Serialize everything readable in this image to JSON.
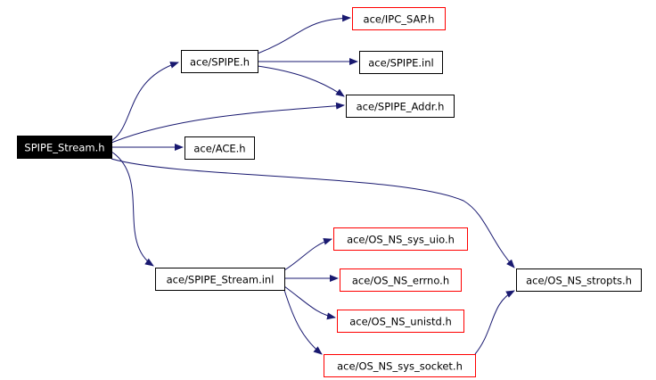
{
  "colors": {
    "edge": "#191970",
    "root_fill": "#000000",
    "root_text": "#ffffff",
    "local_border": "#000000",
    "external_border": "#ff0000",
    "node_fill": "#ffffff",
    "node_text": "#000000"
  },
  "nodes": [
    {
      "id": "spipe_stream_h",
      "label": "SPIPE_Stream.h",
      "kind": "root"
    },
    {
      "id": "spipe_h",
      "label": "ace/SPIPE.h",
      "kind": "local"
    },
    {
      "id": "ipc_sap_h",
      "label": "ace/IPC_SAP.h",
      "kind": "external"
    },
    {
      "id": "spipe_inl",
      "label": "ace/SPIPE.inl",
      "kind": "local"
    },
    {
      "id": "spipe_addr_h",
      "label": "ace/SPIPE_Addr.h",
      "kind": "local"
    },
    {
      "id": "ace_h",
      "label": "ace/ACE.h",
      "kind": "local"
    },
    {
      "id": "spipe_stream_inl",
      "label": "ace/SPIPE_Stream.inl",
      "kind": "local"
    },
    {
      "id": "os_ns_sys_uio_h",
      "label": "ace/OS_NS_sys_uio.h",
      "kind": "external"
    },
    {
      "id": "os_ns_errno_h",
      "label": "ace/OS_NS_errno.h",
      "kind": "external"
    },
    {
      "id": "os_ns_unistd_h",
      "label": "ace/OS_NS_unistd.h",
      "kind": "external"
    },
    {
      "id": "os_ns_sys_socket_h",
      "label": "ace/OS_NS_sys_socket.h",
      "kind": "external"
    },
    {
      "id": "os_ns_stropts_h",
      "label": "ace/OS_NS_stropts.h",
      "kind": "local"
    }
  ],
  "edges": [
    {
      "from": "spipe_stream_h",
      "to": "spipe_h"
    },
    {
      "from": "spipe_stream_h",
      "to": "spipe_addr_h"
    },
    {
      "from": "spipe_stream_h",
      "to": "ace_h"
    },
    {
      "from": "spipe_stream_h",
      "to": "spipe_stream_inl"
    },
    {
      "from": "spipe_stream_h",
      "to": "os_ns_stropts_h"
    },
    {
      "from": "spipe_h",
      "to": "ipc_sap_h"
    },
    {
      "from": "spipe_h",
      "to": "spipe_inl"
    },
    {
      "from": "spipe_h",
      "to": "spipe_addr_h"
    },
    {
      "from": "spipe_stream_inl",
      "to": "os_ns_sys_uio_h"
    },
    {
      "from": "spipe_stream_inl",
      "to": "os_ns_errno_h"
    },
    {
      "from": "spipe_stream_inl",
      "to": "os_ns_unistd_h"
    },
    {
      "from": "spipe_stream_inl",
      "to": "os_ns_sys_socket_h"
    },
    {
      "from": "os_ns_sys_socket_h",
      "to": "os_ns_stropts_h"
    }
  ]
}
